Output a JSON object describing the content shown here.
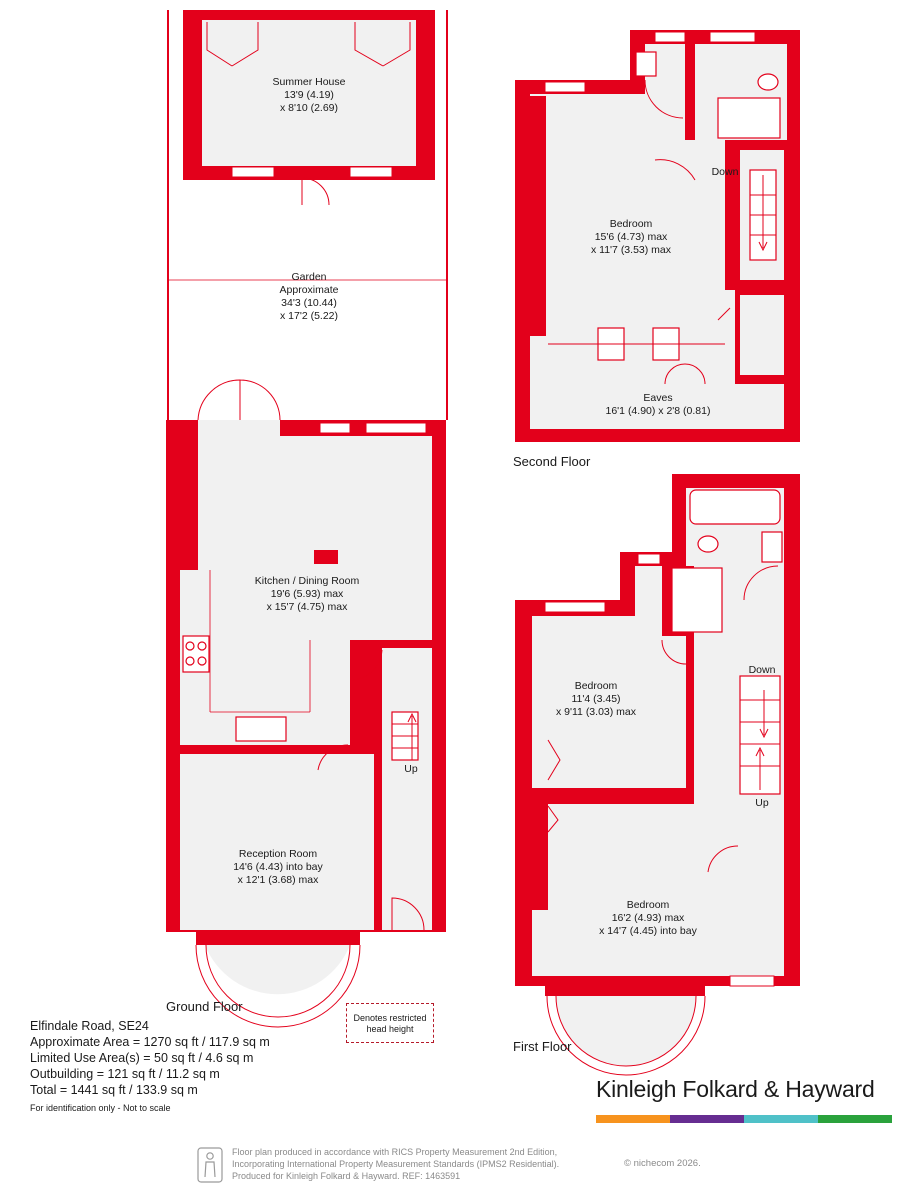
{
  "rooms": {
    "summer_house": {
      "name": "Summer House",
      "dim1": "13'9 (4.19)",
      "dim2": "x 8'10 (2.69)"
    },
    "garden": {
      "name": "Garden",
      "line2": "Approximate",
      "dim1": "34'3 (10.44)",
      "dim2": "x 17'2 (5.22)"
    },
    "kitchen": {
      "name": "Kitchen / Dining Room",
      "dim1": "19'6 (5.93) max",
      "dim2": "x 15'7 (4.75) max"
    },
    "reception": {
      "name": "Reception Room",
      "dim1": "14'6 (4.43) into bay",
      "dim2": "x 12'1 (3.68) max"
    },
    "second_bedroom": {
      "name": "Bedroom",
      "dim1": "15'6 (4.73) max",
      "dim2": "x 11'7 (3.53) max"
    },
    "eaves": {
      "name": "Eaves",
      "dim1": "16'1 (4.90) x 2'8 (0.81)"
    },
    "first_bedroom_back": {
      "name": "Bedroom",
      "dim1": "11'4 (3.45)",
      "dim2": "x 9'11 (3.03) max"
    },
    "first_bedroom_front": {
      "name": "Bedroom",
      "dim1": "16'2 (4.93) max",
      "dim2": "x 14'7 (4.45) into bay"
    }
  },
  "stairs": {
    "up": "Up",
    "down": "Down"
  },
  "floors": {
    "ground": "Ground Floor",
    "first": "First Floor",
    "second": "Second Floor"
  },
  "legend": {
    "restricted": "Denotes restricted head height"
  },
  "info": {
    "address": "Elfindale Road, SE24",
    "approx_area": "Approximate Area = 1270 sq ft / 117.9 sq m",
    "limited_use": "Limited Use Area(s) = 50 sq ft / 4.6 sq m",
    "outbuilding": "Outbuilding = 121 sq ft / 11.2 sq m",
    "total": "Total = 1441 sq ft / 133.9 sq m",
    "disclaimer": "For identification only - Not to scale"
  },
  "brand": {
    "name": "Kinleigh Folkard & Hayward",
    "stripe_colors": [
      "#f7931e",
      "#662d91",
      "#4fc1c8",
      "#2aa23c"
    ]
  },
  "footer": {
    "line1": "Floor plan produced in accordance with RICS Property Measurement 2nd Edition,",
    "line2": "Incorporating International Property Measurement Standards (IPMS2 Residential).",
    "line3": "Produced for Kinleigh Folkard & Hayward.   REF: 1463591",
    "credit": "© nichecom 2026."
  },
  "colors": {
    "wall": "#e3001b",
    "floor": "#f1f1f1"
  }
}
